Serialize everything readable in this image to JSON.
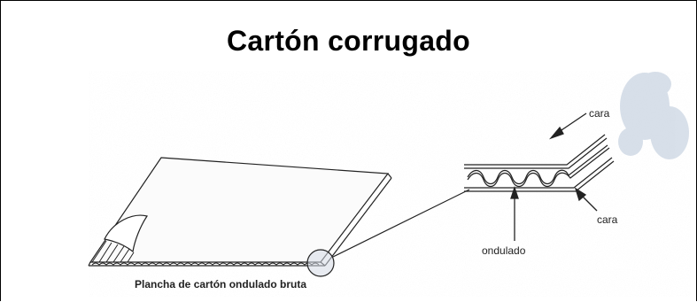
{
  "title": "Cartón corrugado",
  "labels": {
    "sheet": "Plancha de cartón ondulado bruta",
    "face_top": "cara",
    "face_bottom": "cara",
    "flute": "ondulado"
  }
}
